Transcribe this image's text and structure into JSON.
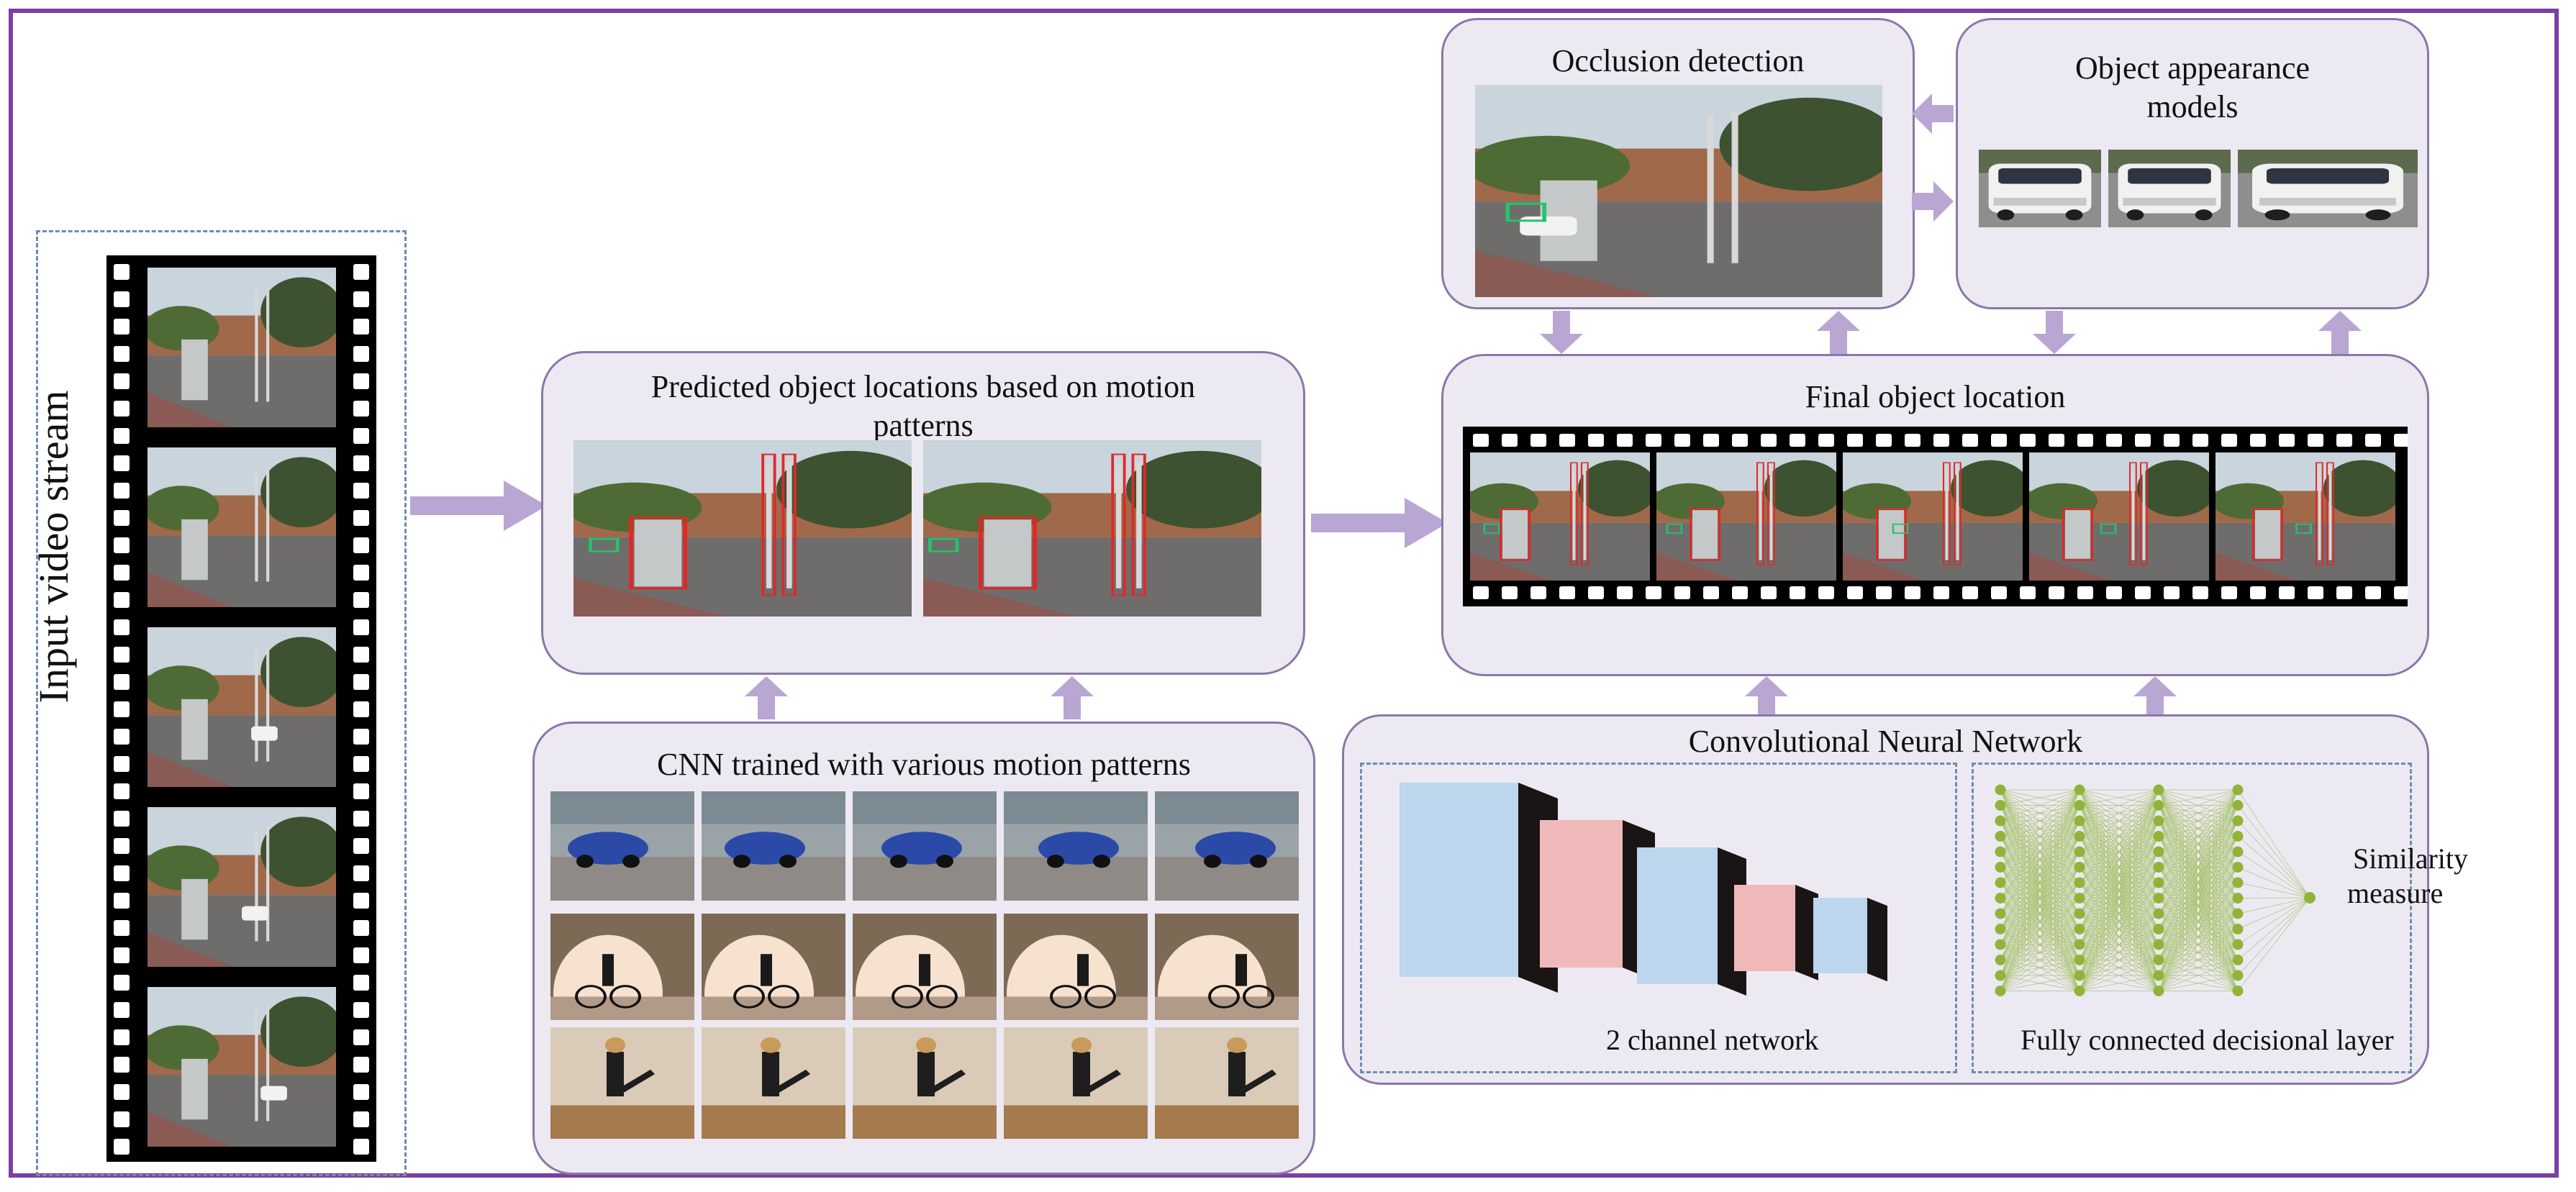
{
  "input_stream": {
    "label": "Input video stream"
  },
  "predicted": {
    "title_line1": "Predicted object locations based on motion",
    "title_line2": "patterns"
  },
  "cnn_trained": {
    "title": "CNN trained with various motion patterns"
  },
  "occlusion": {
    "title": "Occlusion detection"
  },
  "appearance": {
    "title_line1": "Object appearance",
    "title_line2": "models"
  },
  "final": {
    "title": "Final object location"
  },
  "convnet": {
    "title": "Convolutional Neural Network",
    "two_channel_label": "2 channel network",
    "fc_label": "Fully connected decisional layer",
    "similarity_line1": "Similarity",
    "similarity_line2": "measure"
  },
  "colors": {
    "frame_border": "#7b3fa3",
    "panel_fill": "#ede9f3",
    "panel_border": "#8a78a8",
    "arrow": "#b9a6d2",
    "box_blue_front": "#bcd6ee",
    "box_blue_top": "#3b67a4",
    "box_pink_front": "#f0b9b9",
    "box_pink_top": "#c9797a",
    "box_side_dark": "#1b1414",
    "node_green": "#8fb43a",
    "detect_red": "#e02828",
    "detect_green": "#23c46c"
  }
}
